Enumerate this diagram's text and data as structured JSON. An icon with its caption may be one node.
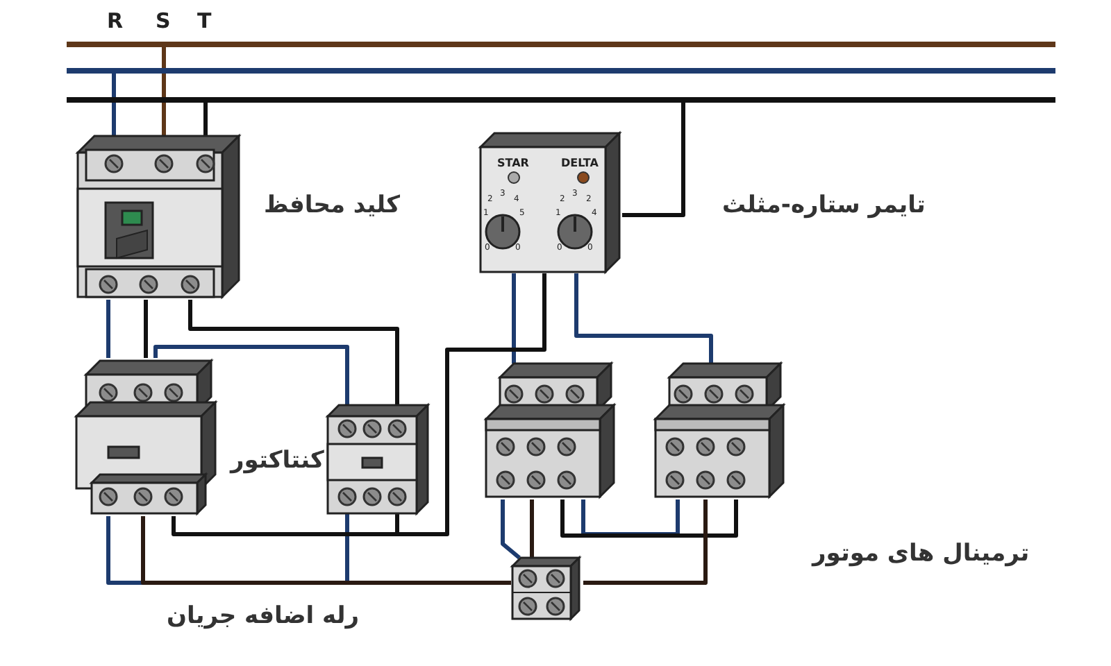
{
  "diagram": {
    "nodes": [
      {
        "text": [],
        "shape": "bar"
      },
      {
        "text": [],
        "shape": "bar"
      },
      {
        "text": [],
        "shape": "bar"
      },
      {
        "text": [],
        "shape": "picture",
        "beside": [
          "کلید محافظ"
        ]
      },
      {
        "text": [
          "DELTA",
          "STAR"
        ]
      },
      {
        "text": [],
        "shape": "picture",
        "beside": [
          "رله اضافه جریان"
        ]
      },
      {
        "text": [],
        "shape": "picture",
        "beside": [
          "کنتاکتور"
        ]
      },
      {
        "text": [],
        "shape": "picture"
      },
      {
        "text": [],
        "shape": "picture"
      },
      {
        "text": [],
        "shape": "picture"
      }
    ],
    "edges": [
      {
        "from": 1,
        "to": 3,
        "arrow": "none",
        "color": "#1d3b6e"
      },
      {
        "from": 0,
        "to": 3,
        "arrow": "none",
        "color": "#5e3719"
      },
      {
        "from": 2,
        "to": 3,
        "arrow": "none",
        "color": "#111111"
      },
      {
        "from": 2,
        "to": 4,
        "arrow": "none",
        "color": "#111111"
      },
      {
        "from": 3,
        "to": 5,
        "arrow": "none",
        "color": "#1d3b6e"
      },
      {
        "from": 3,
        "to": 5,
        "arrow": "none",
        "color": "#111111"
      },
      {
        "from": 3,
        "to": 6,
        "arrow": "none",
        "color": "#111111"
      },
      {
        "from": 5,
        "to": 6,
        "arrow": "none",
        "color": "#1d3b6e"
      },
      {
        "from": 4,
        "to": 7,
        "arrow": "none",
        "color": "#1d3b6e"
      },
      {
        "from": 4,
        "to": 8,
        "arrow": "none",
        "color": "#1d3b6e"
      },
      {
        "from": 4,
        "to": 6,
        "arrow": "none",
        "color": "#111111"
      },
      {
        "from": 5,
        "to": 6,
        "arrow": "none",
        "color": "#1d3b6e"
      },
      {
        "from": 5,
        "to": 6,
        "arrow": "none",
        "color": "#111111"
      },
      {
        "from": 5,
        "to": 9,
        "arrow": "none",
        "color": "#2a1a12"
      },
      {
        "from": 7,
        "to": 9,
        "arrow": "none",
        "color": "#1d3b6e"
      },
      {
        "from": 7,
        "to": 9,
        "arrow": "none",
        "color": "#2a1a12"
      },
      {
        "from": 8,
        "to": 7,
        "arrow": "none",
        "color": "#1d3b6e"
      },
      {
        "from": 7,
        "to": 8,
        "arrow": "none",
        "color": "#111111"
      },
      {
        "from": 8,
        "to": 9,
        "arrow": "none",
        "color": "#2a1a12"
      }
    ],
    "labels": [
      "R",
      "S",
      "T",
      "1",
      "2",
      "3",
      "4",
      "5",
      "0",
      "0",
      "1",
      "2",
      "3",
      "2",
      "4",
      "0",
      "0",
      "تایمر ستاره-مثلث",
      "ترمینال های موتور"
    ]
  }
}
